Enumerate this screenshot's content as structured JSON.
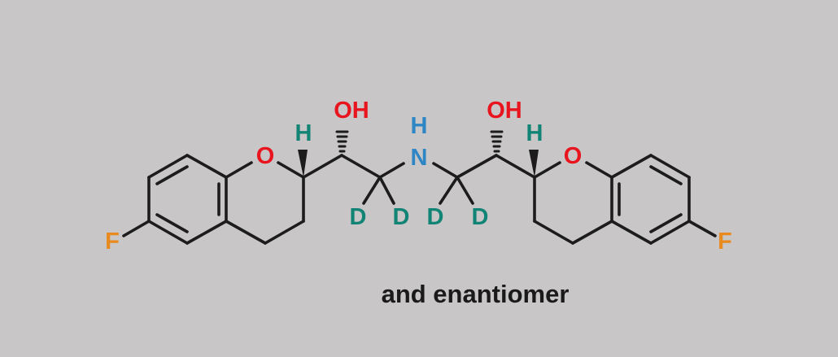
{
  "molecule": {
    "caption": "and enantiomer",
    "colors": {
      "background": "#c8c6c7",
      "bond": "#1c1c1c",
      "oxygen": "#e8141e",
      "nitrogen": "#2f86c4",
      "fluorine": "#e88a1e",
      "hydrogen": "#128476",
      "deuterium": "#128476"
    },
    "labels": {
      "left_hydroxyl": "OH",
      "right_hydroxyl": "OH",
      "amine_hydrogen": "H",
      "amine_nitrogen": "N",
      "left_ring_oxygen": "O",
      "right_ring_oxygen": "O",
      "left_stereo_hydrogen": "H",
      "right_stereo_hydrogen": "H",
      "left_fluorine": "F",
      "right_fluorine": "F",
      "deuterium_1": "D",
      "deuterium_2": "D",
      "deuterium_3": "D",
      "deuterium_4": "D"
    }
  }
}
